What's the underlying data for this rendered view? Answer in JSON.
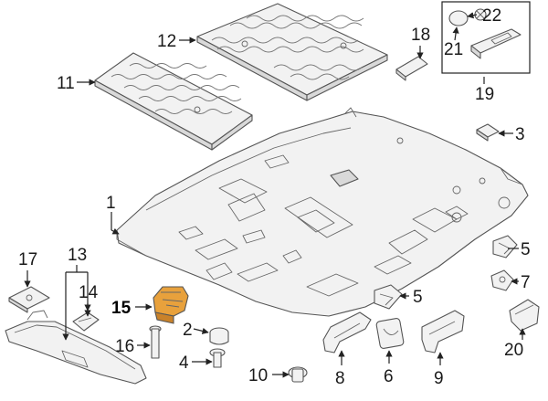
{
  "diagram": {
    "labels": {
      "p1": "1",
      "p2": "2",
      "p3": "3",
      "p4": "4",
      "p5a": "5",
      "p5b": "5",
      "p6": "6",
      "p7": "7",
      "p8": "8",
      "p9": "9",
      "p10": "10",
      "p11": "11",
      "p12": "12",
      "p13": "13",
      "p14": "14",
      "p15": "15",
      "p16": "16",
      "p17": "17",
      "p18": "18",
      "p19": "19",
      "p20": "20",
      "p21": "21",
      "p22": "22"
    },
    "colors": {
      "highlight": "#e8a13c",
      "line": "#555555",
      "fill": "#f2f2f2"
    }
  }
}
